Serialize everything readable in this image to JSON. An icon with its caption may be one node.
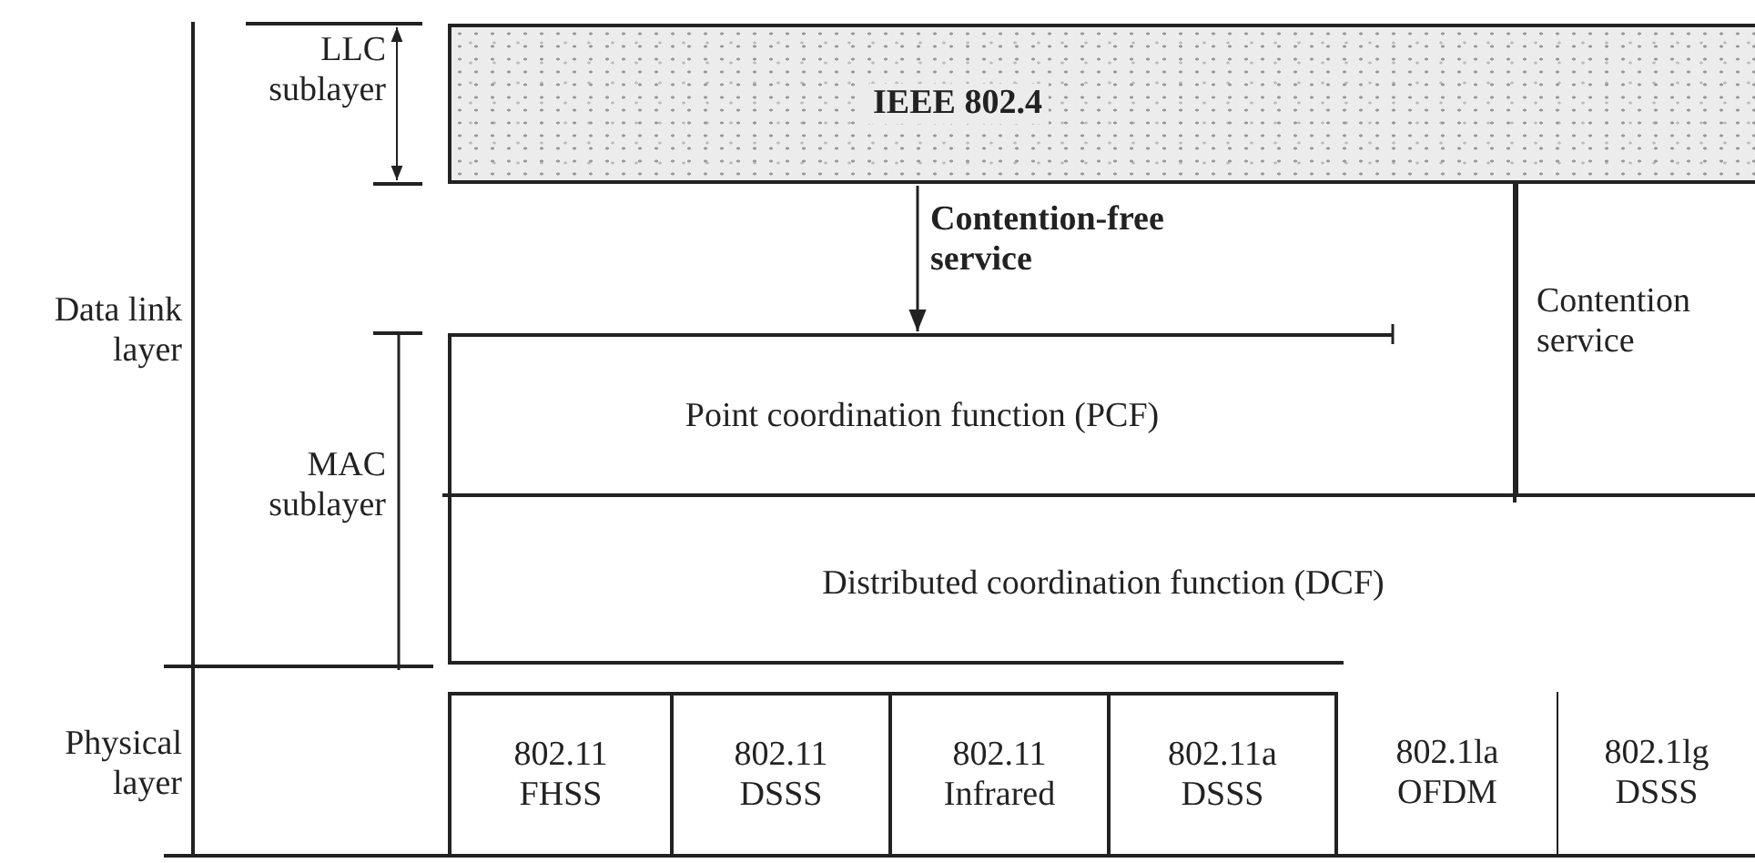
{
  "diagram": {
    "nodes": [
      {
        "text": [
          "IEEE 802.4"
        ]
      },
      {
        "text": [
          "Point coordination function (PCF)"
        ]
      },
      {
        "text": [
          "Contention service"
        ]
      },
      {
        "text": [
          "Distributed coordination function (DCF)"
        ]
      },
      {
        "text": [
          "802.11 FHSS"
        ]
      },
      {
        "text": [
          "802.11 DSSS"
        ]
      },
      {
        "text": [
          "802.11 Infrared"
        ]
      },
      {
        "text": [
          "802.11a DSSS"
        ]
      },
      {
        "text": [
          "802.1la OFDM"
        ]
      },
      {
        "text": [
          "802.1lg DSSS"
        ]
      }
    ],
    "edges": [
      {
        "from": 0,
        "to": 1,
        "arrow": "to",
        "label": "Contention-free service"
      }
    ],
    "labels": [
      "LLC sublayer",
      "Data link layer",
      "MAC sublayer",
      "Physical layer"
    ]
  }
}
